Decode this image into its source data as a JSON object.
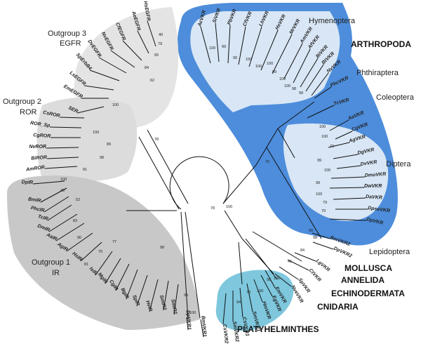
{
  "clades": {
    "arthropoda": "ARTHROPODA",
    "hymenoptera": "Hymenoptera",
    "phthiraptera": "Phthiraptera",
    "coleoptera": "Coleoptera",
    "diptera": "Diptera",
    "lepidoptera": "Lepidoptera",
    "mollusca": "MOLLUSCA",
    "annelida": "ANNELIDA",
    "echinodermata": "ECHINODERMATA",
    "cnidaria": "CNIDARIA",
    "platyhelminthes": "PLATYHELMINTHES",
    "og3_line1": "Outgroup 3",
    "og3_line2": "EGFR",
    "og2_line1": "Outgroup 2",
    "og2_line2": "ROR",
    "og1_line1": "Outgroup 1",
    "og1_line2": "IR"
  },
  "colors": {
    "arthropoda": "#4d8ddb",
    "insect_sub": "#d8e6f5",
    "platy": "#7ec7dd",
    "outgroup_light": "#e4e4e4",
    "outgroup_dark": "#c8c8c8",
    "branch": "#111111"
  },
  "tips": {
    "hymenoptera": [
      "AcVKR",
      "SiVKR",
      "PbVKR",
      "CfVKR",
      "LhVKR",
      "HsVKR",
      "MrVKR",
      "AmVKR",
      "AfVKR",
      "BiVKR",
      "BtVKR",
      "NvVKR"
    ],
    "phthiraptera": [
      "PhcVKR"
    ],
    "coleoptera": [
      "TcVKR"
    ],
    "diptera": [
      "AaVKR",
      "CqVKR",
      "AgVKR",
      "DgVKR",
      "DvVKR",
      "DmoVKR",
      "DwVKR",
      "DaVKR",
      "DpseVKR",
      "DpVKR"
    ],
    "lepidoptera": [
      "BmVKR2",
      "DpVKR2"
    ],
    "other": [
      "LgVKR",
      "CtVKR",
      "SpVKR",
      "NveVKR"
    ],
    "platyhelminthes": [
      "EmVKR",
      "EgVKR",
      "HmVKR",
      "SmVKR1",
      "CsVKR1",
      "SmVKR2",
      "CsVKR2"
    ],
    "unplaced": [
      "BmVKR1",
      "DpVKR1"
    ],
    "outgroup_ir": [
      "SmIR1",
      "SmIR2",
      "HvIR",
      "SpIR",
      "BgIR",
      "CgIR",
      "MgIR",
      "IsIR",
      "HsIR",
      "AgIR",
      "AaIR",
      "DmIR",
      "TcIR",
      "PhcIR",
      "BmIR",
      "DpIR"
    ],
    "outgroup_ror": [
      "AmROR",
      "BiROR",
      "NvROR",
      "CgROR",
      "ROR_Sp",
      "CsROR"
    ],
    "outgroup_egfr": [
      "SER",
      "EmEGFR",
      "LsEGFR",
      "SpErbB4",
      "DvEGFR",
      "NvEGFR",
      "CfEGFR",
      "AeEGFR",
      "HsEGFR"
    ]
  },
  "support": {
    "hymenoptera": [
      "100",
      "99",
      "99",
      "100",
      "100",
      "100",
      "99",
      "100",
      "100",
      "98",
      "99"
    ],
    "diptera": [
      "100",
      "100",
      "72",
      "99",
      "100",
      "99",
      "100",
      "79",
      "79"
    ],
    "main": [
      "70",
      "99",
      "84",
      "41",
      "100",
      "78",
      "98"
    ],
    "platy": [
      "94",
      "73",
      "100",
      "98",
      "100"
    ],
    "ir": [
      "100",
      "45",
      "52",
      "83",
      "90",
      "77",
      "81",
      "70",
      "98",
      "95",
      "100"
    ],
    "ror": [
      "100",
      "89",
      "98",
      "81"
    ],
    "egfr": [
      "49",
      "79",
      "65",
      "84",
      "62",
      "100",
      "78"
    ]
  }
}
